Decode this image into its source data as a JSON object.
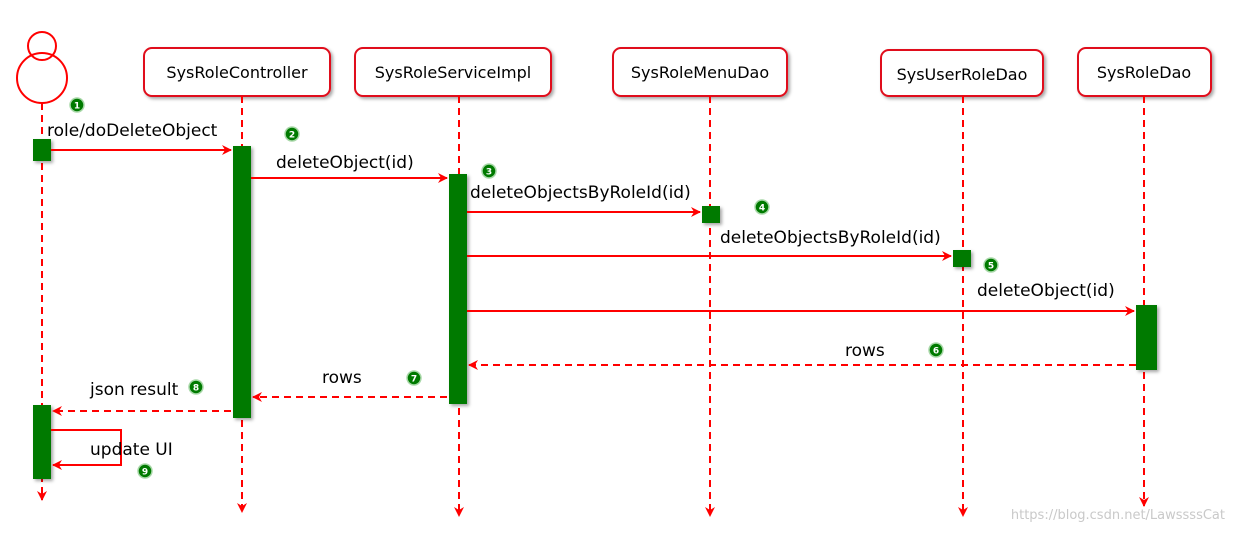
{
  "colors": {
    "line": "#ff0000",
    "activation": "#007a00",
    "box_border": "#e0101a",
    "text": "#000000",
    "watermark": "#c9c9c9"
  },
  "lifelines": [
    {
      "id": "actor",
      "label": ""
    },
    {
      "id": "controller",
      "label": "SysRoleController"
    },
    {
      "id": "service",
      "label": "SysRoleServiceImpl"
    },
    {
      "id": "menudao",
      "label": "SysRoleMenuDao"
    },
    {
      "id": "userroledao",
      "label": "SysUserRoleDao"
    },
    {
      "id": "roledao",
      "label": "SysRoleDao"
    }
  ],
  "messages": [
    {
      "step": "1",
      "label": "role/doDeleteObject"
    },
    {
      "step": "2",
      "label": "deleteObject(id)"
    },
    {
      "step": "3",
      "label": "deleteObjectsByRoleId(id)"
    },
    {
      "step": "4",
      "label": "deleteObjectsByRoleId(id)"
    },
    {
      "step": "5",
      "label": "deleteObject(id)"
    },
    {
      "step": "6",
      "label": "rows"
    },
    {
      "step": "7",
      "label": "rows"
    },
    {
      "step": "8",
      "label": "json result"
    },
    {
      "step": "9",
      "label": "update UI"
    }
  ],
  "watermark": "https://blog.csdn.net/LawssssCat"
}
